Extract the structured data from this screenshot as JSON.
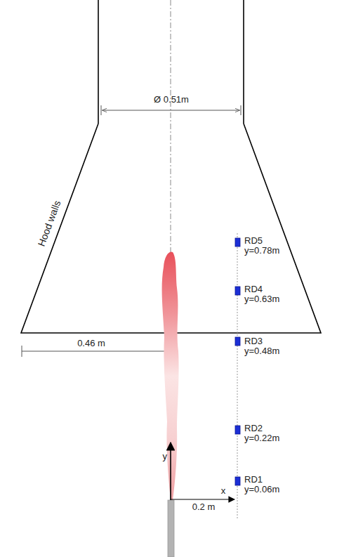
{
  "diagram": {
    "labels": [
      "Ø 0.51m",
      "Hood walls",
      "RD5",
      "y=0.78m",
      "RD4",
      "y=0.63m",
      "0.46 m",
      "RD3",
      "y=0.48m",
      "RD2",
      "y=0.22m",
      "y",
      "RD1",
      "y=0.06m",
      "x",
      "0.2 m"
    ]
  }
}
